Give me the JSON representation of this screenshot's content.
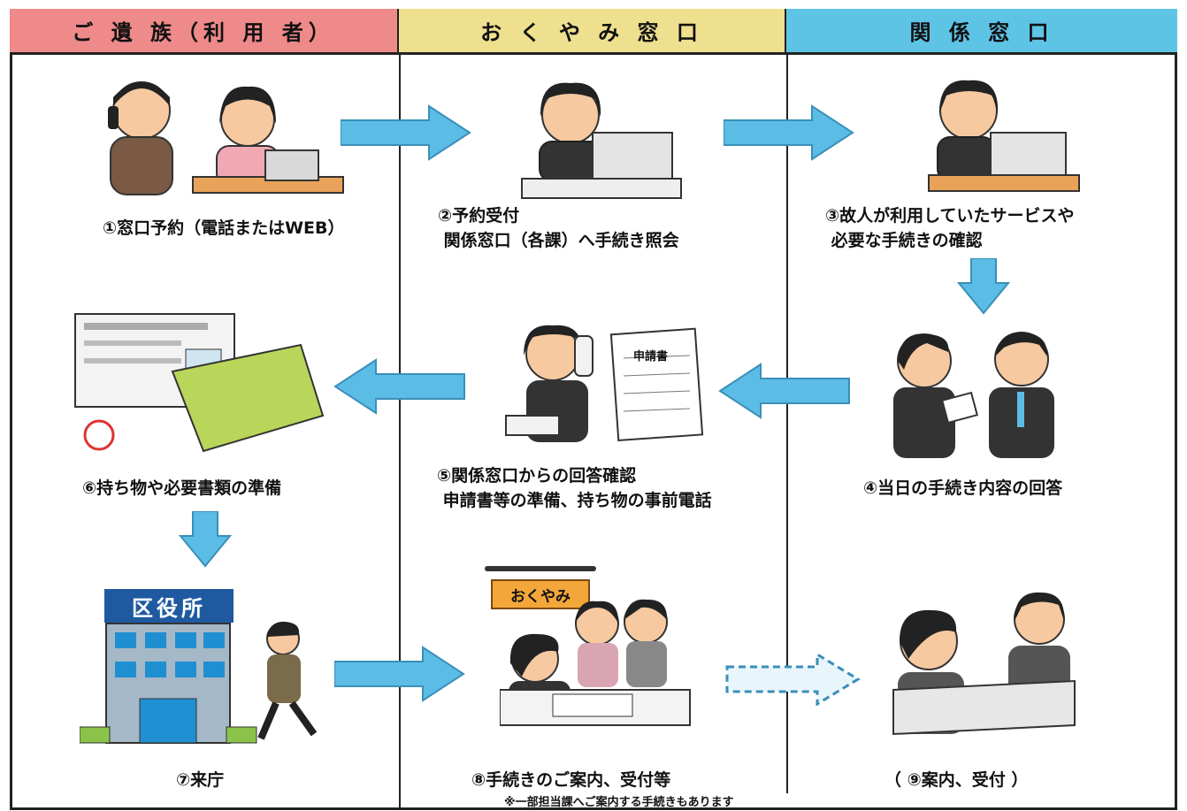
{
  "columns": {
    "user": "ご 遺 族（利 用 者）",
    "okuyami": "お く や み 窓 口",
    "related": "関 係 窓 口"
  },
  "steps": {
    "s1": "①窓口予約（電話またはWEB）",
    "s2": "②予約受付\n 関係窓口（各課）へ手続き照会",
    "s3": "③故人が利用していたサービスや\n 必要な手続きの確認",
    "s4": "④当日の手続き内容の回答",
    "s5": "⑤関係窓口からの回答確認\n 申請書等の準備、持ち物の事前電話",
    "s6": "⑥持ち物や必要書類の準備",
    "s7": "⑦来庁",
    "s8": "⑧手続きのご案内、受付等",
    "s9": "（ ⑨案内、受付 ）"
  },
  "note": "※一部担当課へご案内する手続きもあります",
  "labels": {
    "building": "区役所",
    "sign": "おくやみ",
    "form": "申請書"
  },
  "colors": {
    "user_header": "#ef8a8a",
    "okuyami_header": "#eee08f",
    "related_header": "#5ec4e6",
    "arrow": "#5bbde6"
  }
}
